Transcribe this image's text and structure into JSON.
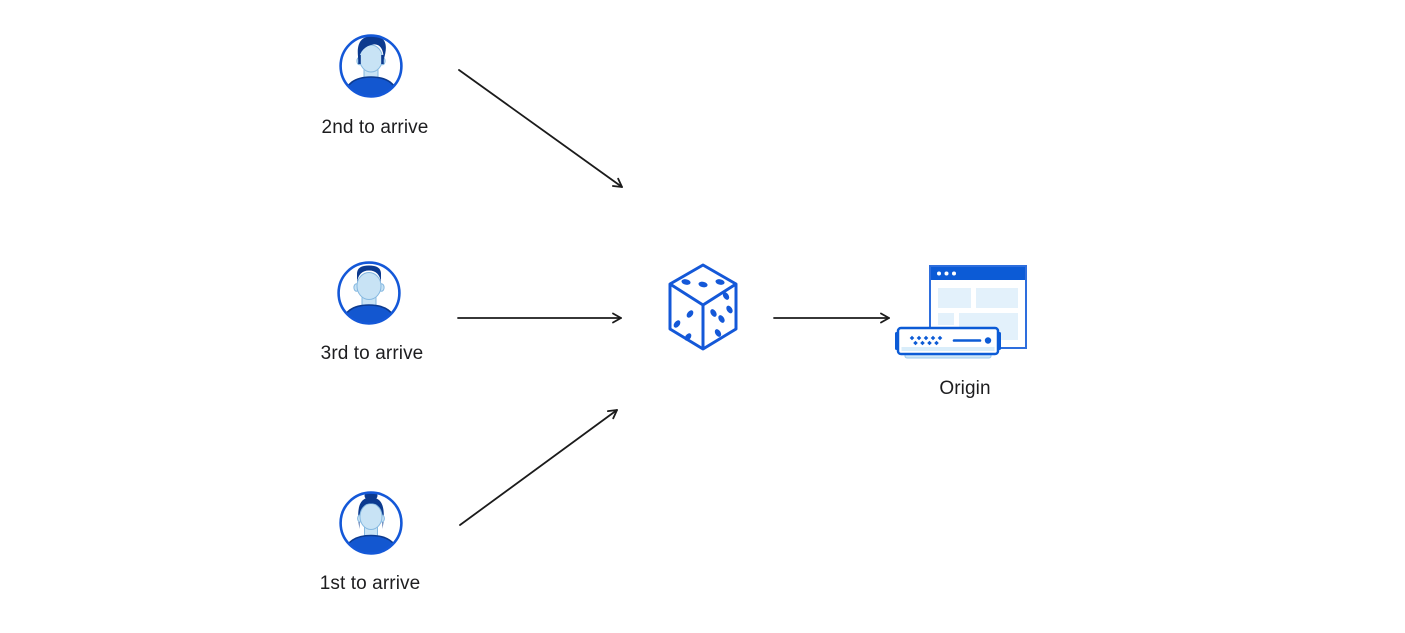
{
  "diagram": {
    "background": "#ffffff",
    "colors": {
      "icon_stroke_blue": "#1458d8",
      "solid_blue": "#0c5bd6",
      "dark_hair_blue": "#0c3a8f",
      "shirt_blue": "#1357d0",
      "face_light_blue": "#c8e3f5",
      "pale_block_blue": "#e3f1fb",
      "server_base_blue": "#cfe8f8",
      "arrow_black": "#1b1b1b",
      "label_text": "#1d1d1f"
    },
    "nodes": {
      "client_top": {
        "label": "2nd to arrive",
        "icon": "user-male-swept-hair-avatar-icon"
      },
      "client_middle": {
        "label": "3rd to arrive",
        "icon": "user-male-short-hair-avatar-icon"
      },
      "client_bottom": {
        "label": "1st to arrive",
        "icon": "user-female-bun-avatar-icon"
      },
      "randomizer": {
        "icon": "dice-icon"
      },
      "origin": {
        "label": "Origin",
        "icon": "origin-server-browser-icon"
      }
    },
    "edges": [
      {
        "from": "client-2nd-to-arrive",
        "to": "dice"
      },
      {
        "from": "client-3rd-to-arrive",
        "to": "dice"
      },
      {
        "from": "client-1st-to-arrive",
        "to": "dice"
      },
      {
        "from": "dice",
        "to": "origin"
      }
    ]
  }
}
